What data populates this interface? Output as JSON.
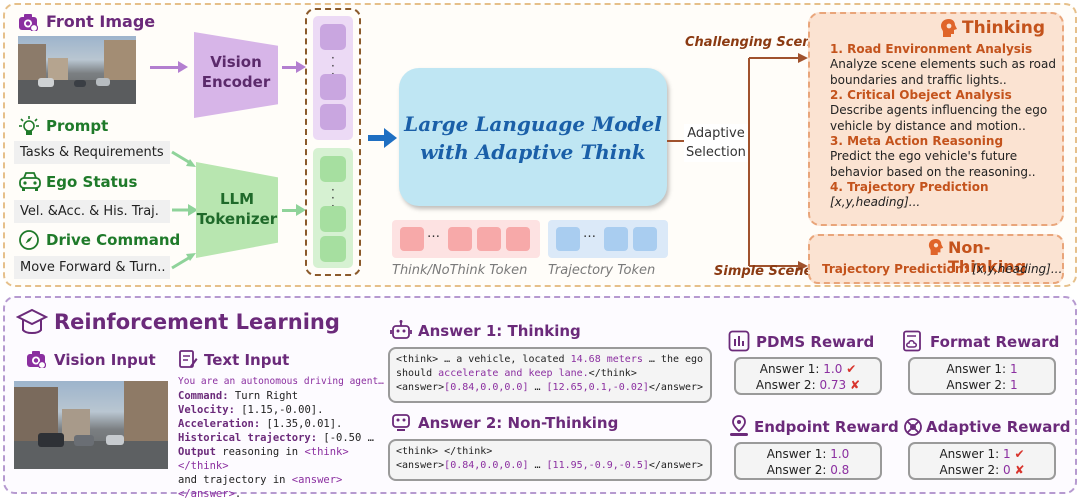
{
  "top": {
    "front_image_label": "Front Image",
    "vision_encoder": [
      "Vision",
      "Encoder"
    ],
    "prompt_label": "Prompt",
    "prompt_text": "Tasks & Requirements",
    "ego_status_label": "Ego Status",
    "ego_status_text": "Vel. &Acc. & His. Traj.",
    "drive_command_label": "Drive Command",
    "drive_command_text": "Move Forward & Turn..",
    "llm_tokenizer": [
      "LLM",
      "Tokenizer"
    ],
    "llm_title": [
      "Large Language Model",
      "with Adaptive Think"
    ],
    "token_legend_1": "Think/NoThink Token",
    "token_legend_2": "Trajectory Token",
    "adaptive_selection": [
      "Adaptive",
      "Selection"
    ],
    "challenging_scene": "Challenging Scene",
    "simple_scene": "Simple Scene",
    "thinking": {
      "title": "Thinking",
      "items": [
        {
          "heading": "1. Road Environment Analysis",
          "text": [
            "Analyze scene elements such as road",
            "boundaries and traffic lights.."
          ]
        },
        {
          "heading": "2. Critical Obeject Analysis",
          "text": [
            "Describe agents influencing the ego",
            "vehicle by distance and motion.."
          ]
        },
        {
          "heading": "3. Meta Action Reasoning",
          "text": [
            "Predict the ego vehicle's future",
            "behavior based on the reasoning.."
          ]
        },
        {
          "heading": "4. Trajectory Prediction",
          "text": [
            "[x,y,heading]..."
          ]
        }
      ]
    },
    "non_thinking": {
      "title": "Non-Thinking",
      "label": "Trajectory Prediction:",
      "value": "[x,y,heading]..."
    }
  },
  "bottom": {
    "title": "Reinforcement Learning",
    "vision_input": "Vision Input",
    "text_input": "Text Input",
    "text_lines": {
      "l1": "You are an autonomous driving agent…",
      "l2_label": "Command:",
      "l2_value": " Turn Right",
      "l3_label": "Velocity:",
      "l3_value": " [1.15,-0.00].",
      "l4_label": "Acceleration:",
      "l4_value": " [1.35,0.01].",
      "l5_label": "Historical trajectory:",
      "l5_value": " [-0.50 …",
      "l6_a": "Output",
      "l6_b": " reasoning in ",
      "l6_c": "<think></think>",
      "l7_a": "and trajectory in ",
      "l7_b": "<answer></answer>",
      "l7_c": "."
    },
    "answer1": {
      "title": "Answer 1: Thinking",
      "l1_a": "<think> … a vehicle, located ",
      "l1_b": "14.68 meters",
      "l1_c": " … the ego",
      "l2_a": "should ",
      "l2_b": "accelerate and keep lane.",
      "l2_c": "</think>",
      "l3_a": "<answer>",
      "l3_b": "[0.84,0.0,0.0]",
      "l3_c": " … ",
      "l3_d": "[12.65,0.1,-0.02]",
      "l3_e": "</answer>"
    },
    "answer2": {
      "title": "Answer 2: Non-Thinking",
      "l1": "<think> </think>",
      "l2_a": "<answer>",
      "l2_b": "[0.84,0.0,0.0]",
      "l2_c": " … ",
      "l2_d": "[11.95,-0.9,-0.5]",
      "l2_e": "</answer>"
    },
    "pdms": {
      "title": "PDMS Reward",
      "a1_label": "Answer 1:",
      "a1_value": "1.0",
      "a2_label": "Answer 2:",
      "a2_value": "0.73"
    },
    "format": {
      "title": "Format Reward",
      "a1_label": "Answer 1:",
      "a1_value": "1",
      "a2_label": "Answer 2:",
      "a2_value": "1"
    },
    "endpoint": {
      "title": "Endpoint Reward",
      "a1_label": "Answer 1:",
      "a1_value": "1.0",
      "a2_label": "Answer 2:",
      "a2_value": "0.8"
    },
    "adaptive": {
      "title": "Adaptive Reward",
      "a1_label": "Answer 1:",
      "a1_value": "1",
      "a2_label": "Answer 2:",
      "a2_value": "0"
    }
  },
  "colors": {
    "purple": "#6b2a7a",
    "green": "#1f7a2a",
    "orange": "#c4531c",
    "blue": "#1a5fa8",
    "check": "#d8342c"
  }
}
